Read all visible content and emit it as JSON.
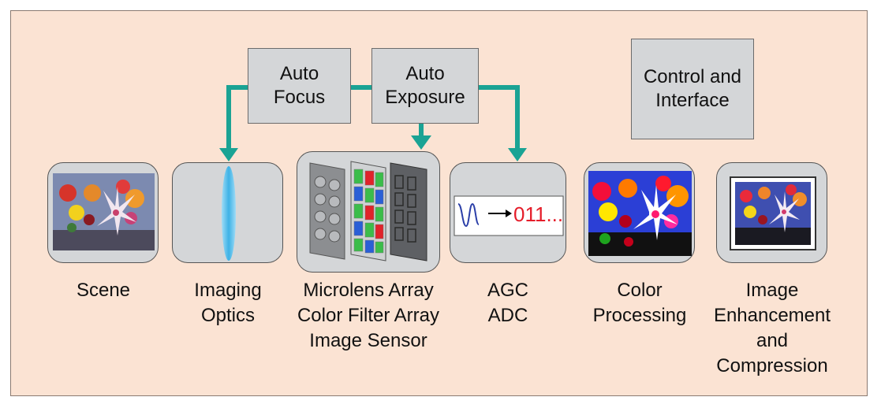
{
  "colors": {
    "background": "#fbe3d3",
    "box_fill": "#d4d6d8",
    "arrow": "#1aa394",
    "digital_text": "#e51d2a",
    "waveform": "#2b3fa8",
    "lens": "#5fc4ee"
  },
  "control_boxes": [
    {
      "id": "auto-focus",
      "lines": [
        "Auto",
        "Focus"
      ]
    },
    {
      "id": "auto-exposure",
      "lines": [
        "Auto",
        "Exposure"
      ]
    },
    {
      "id": "control-interface",
      "lines": [
        "Control and",
        "Interface"
      ]
    }
  ],
  "stages": [
    {
      "id": "scene",
      "icon": "flower-photo-icon",
      "lines": [
        "Scene"
      ]
    },
    {
      "id": "imaging-optics",
      "icon": "lens-icon",
      "lines": [
        "Imaging",
        "Optics"
      ]
    },
    {
      "id": "sensor",
      "icon": "sensor-stack-icon",
      "lines": [
        "Microlens Array",
        "Color Filter Array",
        "Image Sensor"
      ]
    },
    {
      "id": "agc-adc",
      "icon": "waveform-to-digital-icon",
      "digital_text": "011...",
      "lines": [
        "AGC",
        "ADC"
      ]
    },
    {
      "id": "color-processing",
      "icon": "color-processed-photo-icon",
      "lines": [
        "Color",
        "Processing"
      ]
    },
    {
      "id": "enhancement",
      "icon": "framed-photo-icon",
      "lines": [
        "Image",
        "Enhancement",
        "and",
        "Compression"
      ]
    }
  ]
}
